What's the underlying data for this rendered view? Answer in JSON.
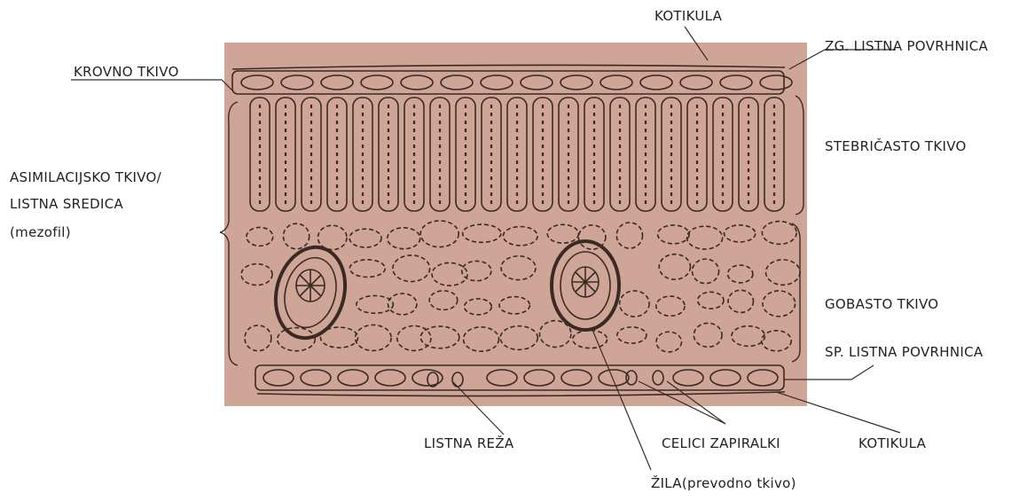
{
  "labels": {
    "kotikula_top": "KOTIKULA",
    "zg_povrhnica": "ZG. LISTNA POVRHNICA",
    "krovno_tkivo": "KROVNO TKIVO",
    "stebricasto": "STEBRIČASTO TKIVO",
    "asimilacijsko_line1": "ASIMILACIJSKO TKIVO/",
    "asimilacijsko_line2": "LISTNA SREDICA",
    "asimilacijsko_line3": "(mezofil)",
    "gobasto": "GOBASTO TKIVO",
    "sp_povrhnica": "SP. LISTNA POVRHNICA",
    "listna_reza": "LISTNA REŽA",
    "celici_zapiralki": "CELICI ZAPIRALKI",
    "kotikula_bottom": "KOTIKULA",
    "zila": "ŽILA(prevodno tkivo)"
  },
  "colors": {
    "photo_background": "#cfa597",
    "ink": "#3a2a24",
    "label_text": "#222222"
  }
}
